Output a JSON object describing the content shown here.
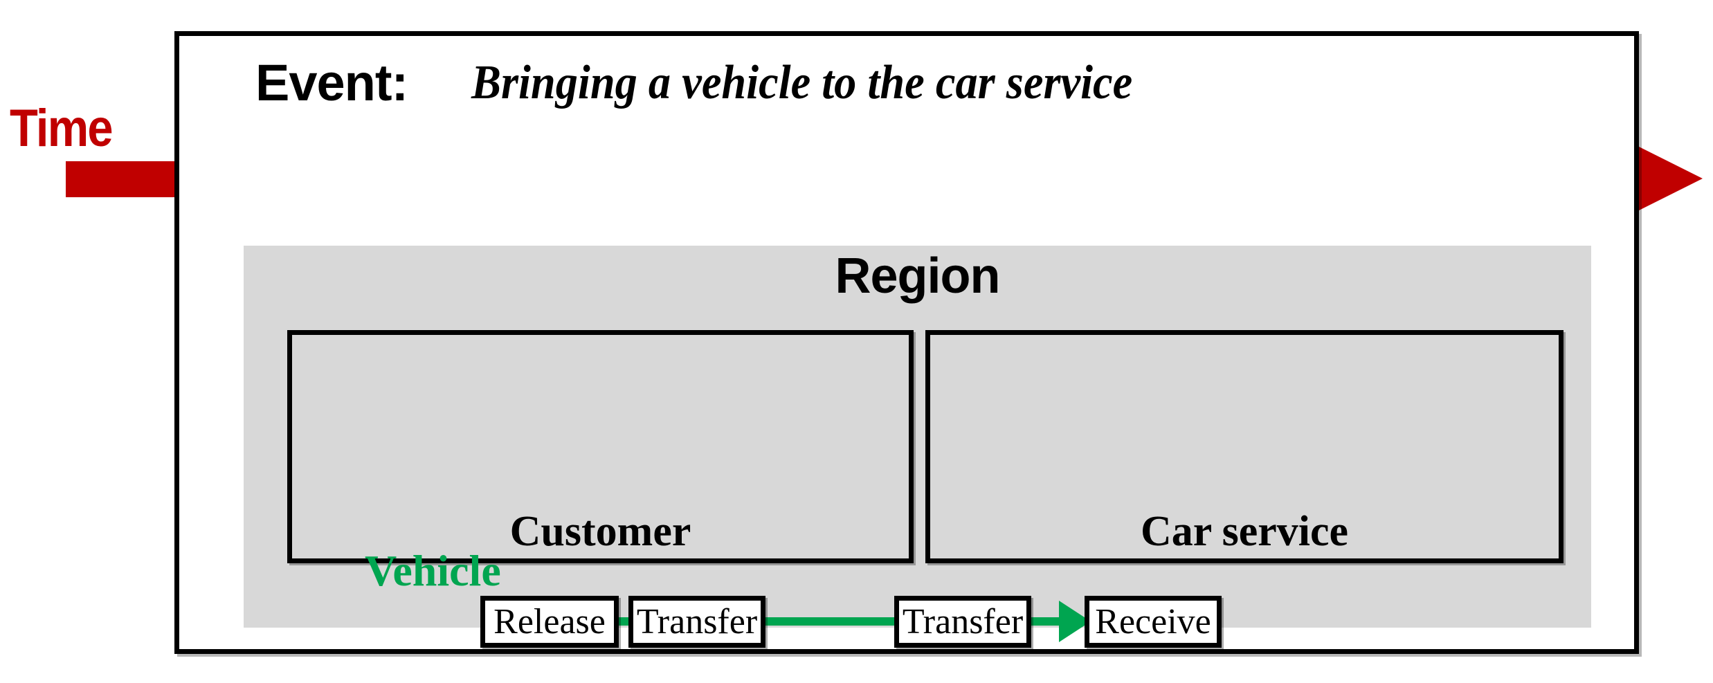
{
  "diagram": {
    "event": {
      "label": "Event:",
      "title": "Bringing a vehicle to the car service"
    },
    "timeline": {
      "label": "Time",
      "color": "#C00000",
      "direction": "left-to-right",
      "arrow_icon": "right-arrow-icon"
    },
    "region": {
      "title": "Region",
      "background": "#d8d8d8"
    },
    "object_flow": {
      "label": "Vehicle",
      "color": "#00A550"
    },
    "lanes": [
      {
        "id": "customer",
        "title": "Customer",
        "activities": [
          {
            "id": "release",
            "label": "Release"
          },
          {
            "id": "transfer-out",
            "label": "Transfer"
          }
        ]
      },
      {
        "id": "car-service",
        "title": "Car service",
        "activities": [
          {
            "id": "transfer-in",
            "label": "Transfer"
          },
          {
            "id": "receive",
            "label": "Receive"
          }
        ]
      }
    ],
    "connectors": [
      {
        "from": "release",
        "to": "transfer-out",
        "style": "line",
        "color": "#00A550"
      },
      {
        "from": "transfer-out",
        "to": "transfer-in",
        "style": "line",
        "color": "#00A550"
      },
      {
        "from": "transfer-in",
        "to": "receive",
        "style": "arrow",
        "color": "#00A550"
      }
    ]
  }
}
